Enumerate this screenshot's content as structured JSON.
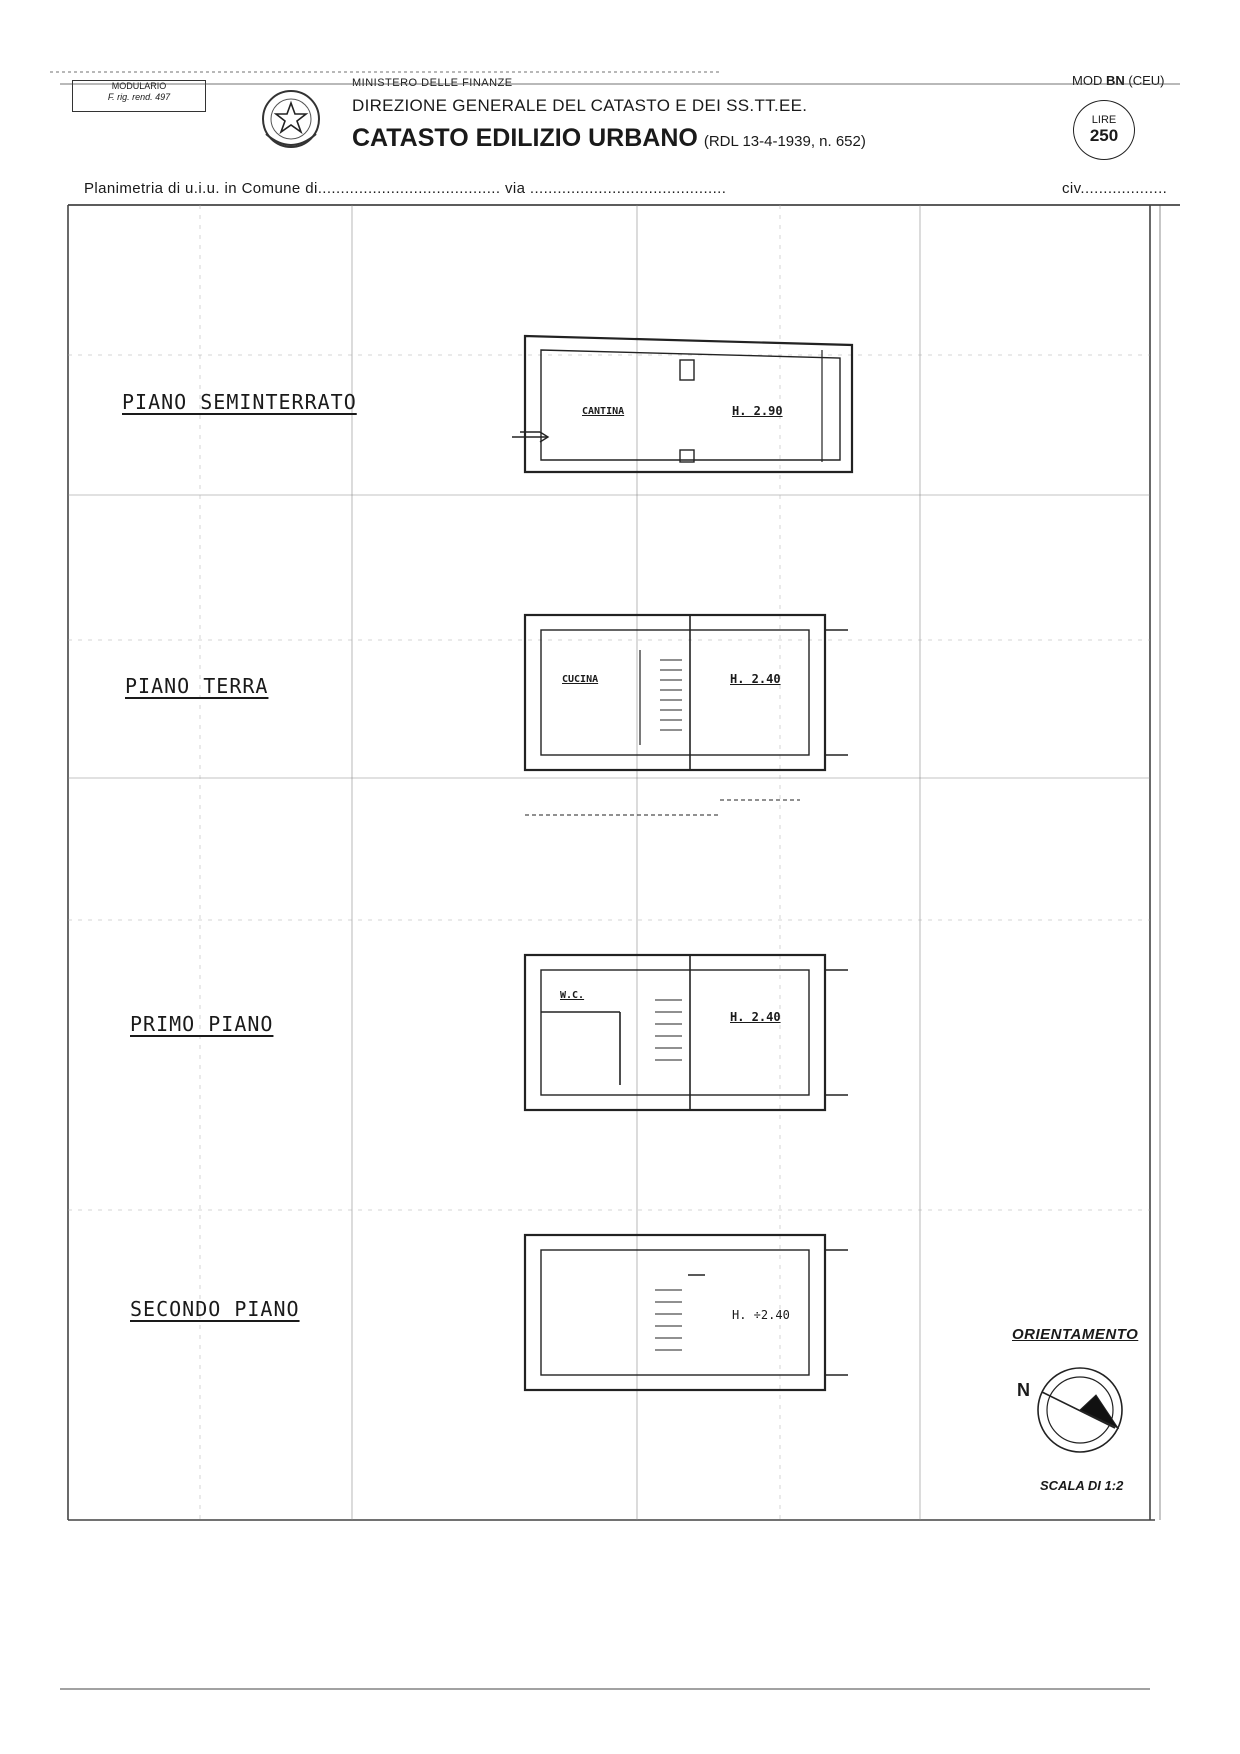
{
  "header": {
    "modulario_line1": "MODULARIO",
    "modulario_line2": "F. rig. rend. 497",
    "ministry": "MINISTERO DELLE FINANZE",
    "direzione": "DIREZIONE GENERALE DEL CATASTO E DEI SS.TT.EE.",
    "catasto": "CATASTO EDILIZIO URBANO",
    "rdl": "(RDL 13-4-1939, n. 652)",
    "mod_prefix": "MOD",
    "mod_bold": "BN",
    "mod_suffix": "(CEU)",
    "lire_label": "LIRE",
    "lire_value": "250"
  },
  "plan_line": {
    "text": "Planimetria di u.i.u. in Comune di........................................ via ...........................................",
    "civ": "civ..................."
  },
  "floors": [
    {
      "label": "PIANO SEMINTERRATO",
      "room": "CANTINA",
      "height": "H. 2.90"
    },
    {
      "label": "PIANO TERRA",
      "room": "CUCINA",
      "height": "H. 2.40"
    },
    {
      "label": "PRIMO PIANO",
      "room": "W.C.",
      "height": "H. 2.40"
    },
    {
      "label": "SECONDO PIANO",
      "room": "",
      "height": "H. ÷2.40"
    }
  ],
  "orientation": {
    "label": "ORIENTAMENTO",
    "north": "N"
  },
  "scale": "SCALA DI 1:2"
}
